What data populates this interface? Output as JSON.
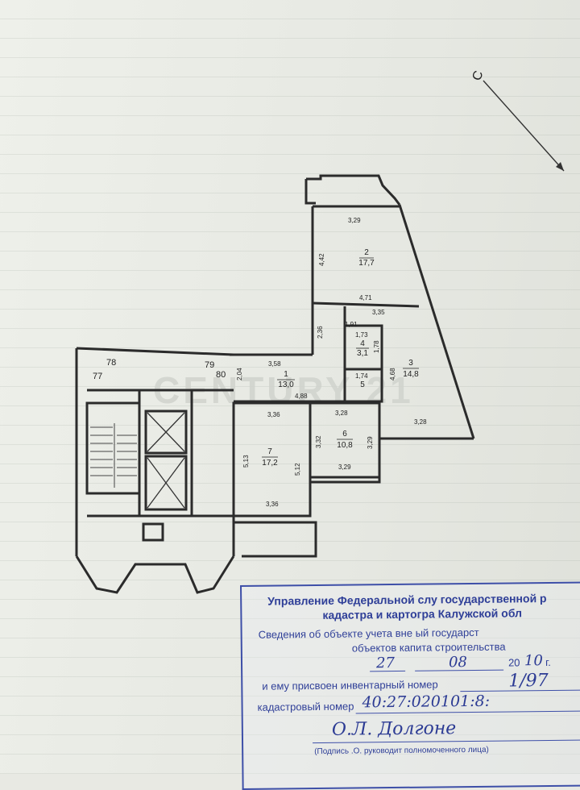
{
  "floor_plan": {
    "north_arrow": "С",
    "rooms": [
      {
        "number": "1",
        "area": "13,0"
      },
      {
        "number": "2",
        "area": "17,7"
      },
      {
        "number": "3",
        "area": "14,8"
      },
      {
        "number": "4",
        "area": "3,1"
      },
      {
        "number": "5",
        "area": ""
      },
      {
        "number": "6",
        "area": "10,8"
      },
      {
        "number": "7",
        "area": "17,2"
      }
    ],
    "corridor_labels": [
      "78",
      "77",
      "79",
      "80"
    ],
    "dimensions": [
      "3,29",
      "4,42",
      "4,71",
      "3,35",
      "1,91",
      "2,36",
      "1,73",
      "1,78",
      "3,58",
      "1,74",
      "4,68",
      "2,04",
      "4,88",
      "3,36",
      "3,28",
      "3,28",
      "3,32",
      "3,29",
      "5,13",
      "5,12",
      "3,29",
      "3,36"
    ],
    "watermark": "CENTURY 21"
  },
  "stamp": {
    "title_line1": "Управление Федеральной слу     государственной р",
    "title_line2": "кадастра и картогра           Калужской обл",
    "info_line1": "Сведения об объекте учета вне          ый государст",
    "info_line2": "объектов капита     строительства",
    "date_day": "27",
    "date_month": "08",
    "date_year_prefix": "20",
    "date_year": "10",
    "date_suffix": "г.",
    "inventory_label": "и ему присвоен инвентарный номер",
    "inventory_number": "1/97",
    "cadastral_label": "кадастровый номер",
    "cadastral_number": "40:27:020101:8:",
    "signature": "О.Л. Долгоне",
    "footer_note": "(Подпись       .О. руководит        полномоченного лица)"
  }
}
